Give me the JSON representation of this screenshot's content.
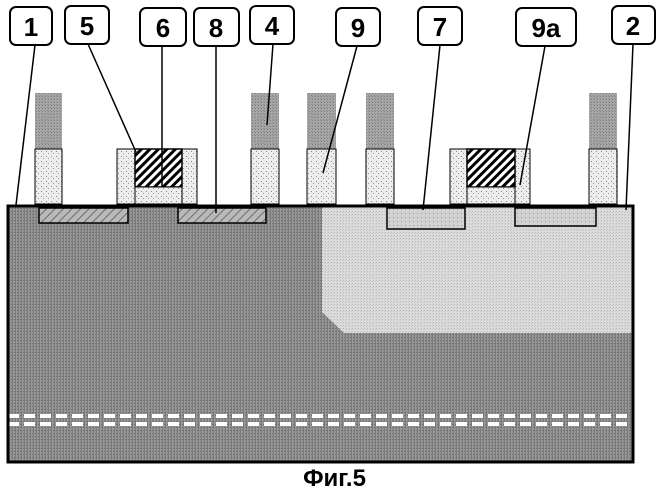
{
  "callouts": [
    {
      "id": "1",
      "label": "1"
    },
    {
      "id": "5",
      "label": "5"
    },
    {
      "id": "6",
      "label": "6"
    },
    {
      "id": "8",
      "label": "8"
    },
    {
      "id": "4",
      "label": "4"
    },
    {
      "id": "9",
      "label": "9"
    },
    {
      "id": "7",
      "label": "7"
    },
    {
      "id": "9a",
      "label": "9a"
    },
    {
      "id": "2",
      "label": "2"
    }
  ],
  "caption": "Фиг.5",
  "colors": {
    "substrate_dark": "#8c8c8c",
    "substrate_light": "#d6d6d6",
    "spacer_dotted": "#e3e3e3",
    "cap_gray": "#9a9a9a",
    "outline": "#000000"
  }
}
